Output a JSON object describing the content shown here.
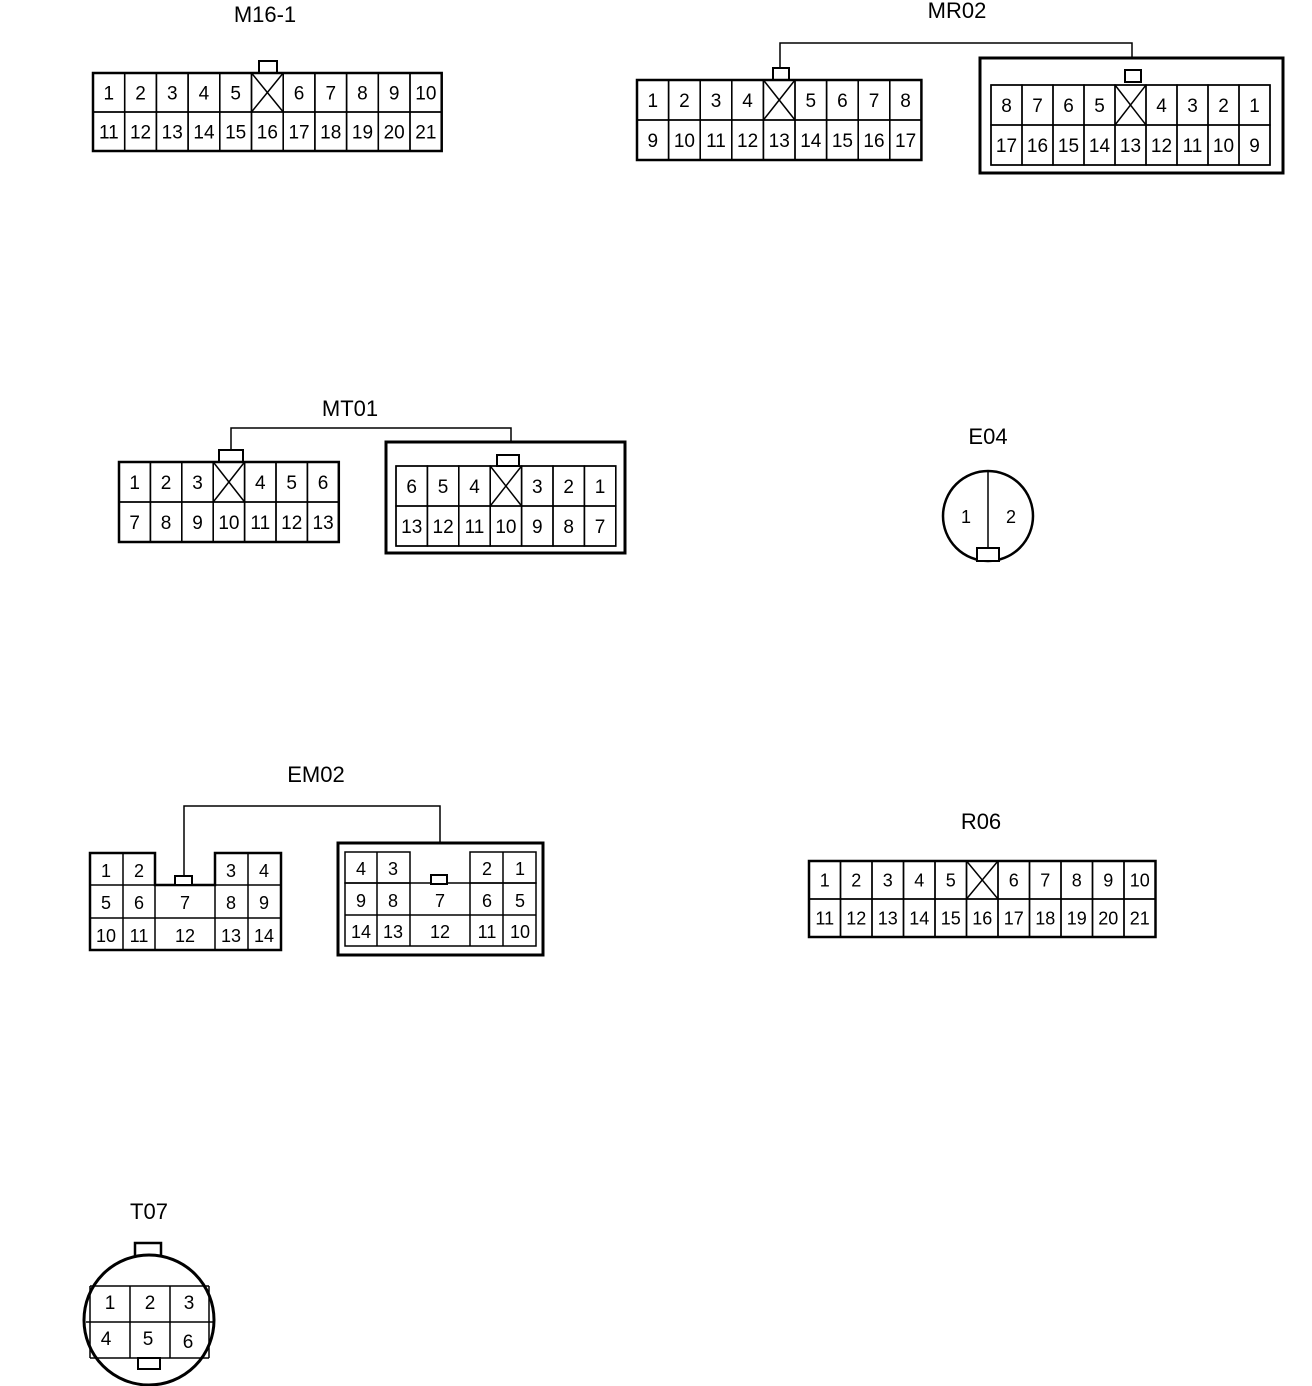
{
  "connectors": {
    "m16_1": {
      "title": "M16-1",
      "rows": [
        [
          "1",
          "2",
          "3",
          "4",
          "5",
          "",
          "6",
          "7",
          "8",
          "9",
          "10"
        ],
        [
          "11",
          "12",
          "13",
          "14",
          "15",
          "16",
          "17",
          "18",
          "19",
          "20",
          "21"
        ]
      ]
    },
    "mr02": {
      "title": "MR02",
      "male": {
        "rows": [
          [
            "1",
            "2",
            "3",
            "4",
            "",
            "5",
            "6",
            "7",
            "8"
          ],
          [
            "9",
            "10",
            "11",
            "12",
            "13",
            "14",
            "15",
            "16",
            "17"
          ]
        ]
      },
      "female": {
        "rows": [
          [
            "8",
            "7",
            "6",
            "5",
            "",
            "4",
            "3",
            "2",
            "1"
          ],
          [
            "17",
            "16",
            "15",
            "14",
            "13",
            "12",
            "11",
            "10",
            "9"
          ]
        ]
      }
    },
    "mt01": {
      "title": "MT01",
      "male": {
        "rows": [
          [
            "1",
            "2",
            "3",
            "",
            "4",
            "5",
            "6"
          ],
          [
            "7",
            "8",
            "9",
            "10",
            "11",
            "12",
            "13"
          ]
        ]
      },
      "female": {
        "rows": [
          [
            "6",
            "5",
            "4",
            "",
            "3",
            "2",
            "1"
          ],
          [
            "13",
            "12",
            "11",
            "10",
            "9",
            "8",
            "7"
          ]
        ]
      }
    },
    "e04": {
      "title": "E04",
      "pins": [
        "1",
        "2"
      ]
    },
    "em02": {
      "title": "EM02",
      "male": {
        "pins": [
          "1",
          "2",
          "3",
          "4",
          "5",
          "6",
          "7",
          "8",
          "9",
          "10",
          "11",
          "12",
          "13",
          "14"
        ]
      },
      "female": {
        "pins": [
          "4",
          "3",
          "2",
          "1",
          "9",
          "8",
          "7",
          "6",
          "5",
          "14",
          "13",
          "12",
          "11",
          "10"
        ]
      }
    },
    "r06": {
      "title": "R06",
      "rows": [
        [
          "1",
          "2",
          "3",
          "4",
          "5",
          "",
          "6",
          "7",
          "8",
          "9",
          "10"
        ],
        [
          "11",
          "12",
          "13",
          "14",
          "15",
          "16",
          "17",
          "18",
          "19",
          "20",
          "21"
        ]
      ]
    },
    "t07": {
      "title": "T07",
      "pins": [
        "1",
        "2",
        "3",
        "4",
        "5",
        "6"
      ]
    }
  }
}
